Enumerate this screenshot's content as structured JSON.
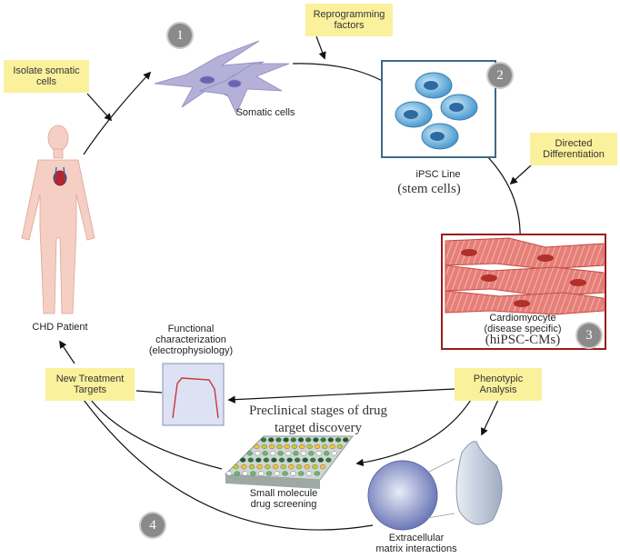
{
  "boxes": {
    "isolate": "Isolate somatic cells",
    "reprogramming": "Reprogramming factors",
    "directed": "Directed Differentiation",
    "phenotypic": "Phenotypic Analysis",
    "new_targets": "New Treatment Targets"
  },
  "labels": {
    "somatic_cells": "Somatic cells",
    "ipsc_line": "iPSC Line",
    "stem_cells": "(stem cells)",
    "cardiomyocyte": "Cardiomyocyte",
    "disease_specific": "(disease specific)",
    "hipsc_cms": "(hiPSC-CMs)",
    "chd_patient": "CHD Patient",
    "functional_1": "Functional",
    "functional_2": "characterization",
    "functional_3": "(electrophysiology)",
    "preclinical_1": "Preclinical stages of  drug",
    "preclinical_2": "target discovery",
    "small_molecule_1": "Small molecule",
    "small_molecule_2": "drug screening",
    "ecm_1": "Extracellular",
    "ecm_2": "matrix interactions"
  },
  "steps": [
    "1",
    "2",
    "3",
    "4"
  ],
  "colors": {
    "yellow_box": "#fbf19c",
    "ipsc_border": "#3d6a86",
    "cardio_border": "#9b1c1c",
    "cell_blue": "#5aa6d6",
    "muscle_red": "#d9534f",
    "badge_gray": "#8a8a8a"
  }
}
